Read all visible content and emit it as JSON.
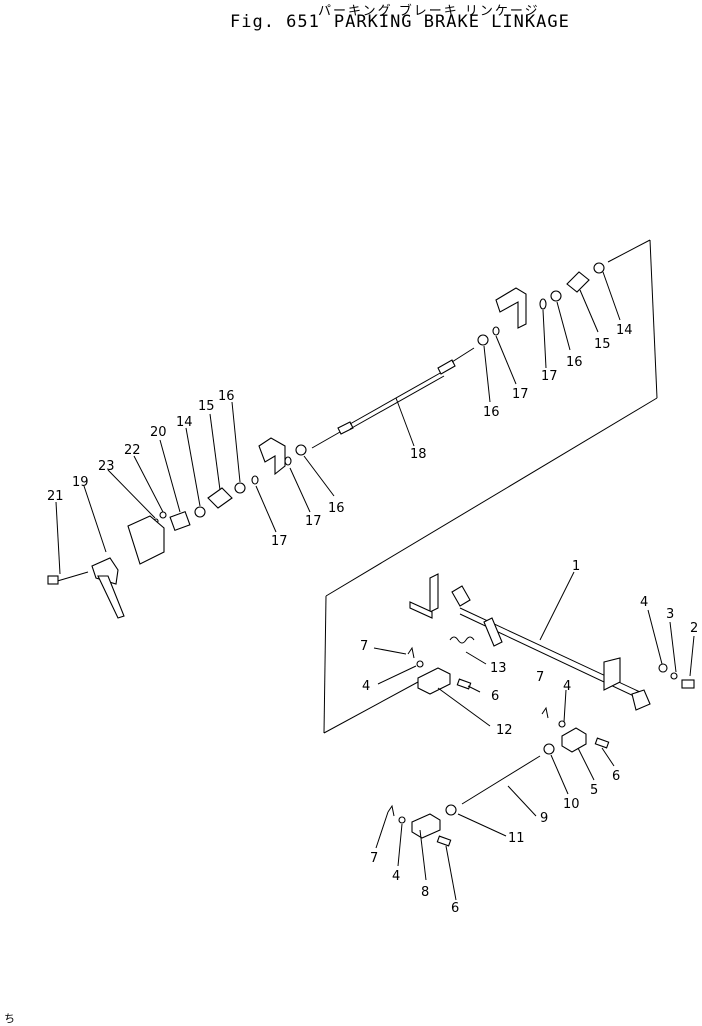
{
  "header": {
    "subtitle_jp": "パーキング ブレーキ リンケージ",
    "fig_label": "Fig. 651",
    "title": "PARKING BRAKE LINKAGE"
  },
  "corner_mark": "ち",
  "callouts": [
    {
      "id": "c1",
      "text": "1"
    },
    {
      "id": "c2",
      "text": "2"
    },
    {
      "id": "c3",
      "text": "3"
    },
    {
      "id": "c4a",
      "text": "4"
    },
    {
      "id": "c4b",
      "text": "4"
    },
    {
      "id": "c4c",
      "text": "4"
    },
    {
      "id": "c4d",
      "text": "4"
    },
    {
      "id": "c5",
      "text": "5"
    },
    {
      "id": "c6a",
      "text": "6"
    },
    {
      "id": "c6b",
      "text": "6"
    },
    {
      "id": "c6c",
      "text": "6"
    },
    {
      "id": "c7a",
      "text": "7"
    },
    {
      "id": "c7b",
      "text": "7"
    },
    {
      "id": "c7c",
      "text": "7"
    },
    {
      "id": "c8",
      "text": "8"
    },
    {
      "id": "c9",
      "text": "9"
    },
    {
      "id": "c10",
      "text": "10"
    },
    {
      "id": "c11",
      "text": "11"
    },
    {
      "id": "c12",
      "text": "12"
    },
    {
      "id": "c13",
      "text": "13"
    },
    {
      "id": "c14a",
      "text": "14"
    },
    {
      "id": "c14b",
      "text": "14"
    },
    {
      "id": "c15a",
      "text": "15"
    },
    {
      "id": "c15b",
      "text": "15"
    },
    {
      "id": "c16a",
      "text": "16"
    },
    {
      "id": "c16b",
      "text": "16"
    },
    {
      "id": "c16c",
      "text": "16"
    },
    {
      "id": "c16d",
      "text": "16"
    },
    {
      "id": "c17a",
      "text": "17"
    },
    {
      "id": "c17b",
      "text": "17"
    },
    {
      "id": "c17c",
      "text": "17"
    },
    {
      "id": "c17d",
      "text": "17"
    },
    {
      "id": "c18",
      "text": "18"
    },
    {
      "id": "c19",
      "text": "19"
    },
    {
      "id": "c20",
      "text": "20"
    },
    {
      "id": "c21",
      "text": "21"
    },
    {
      "id": "c22",
      "text": "22"
    },
    {
      "id": "c23",
      "text": "23"
    }
  ]
}
